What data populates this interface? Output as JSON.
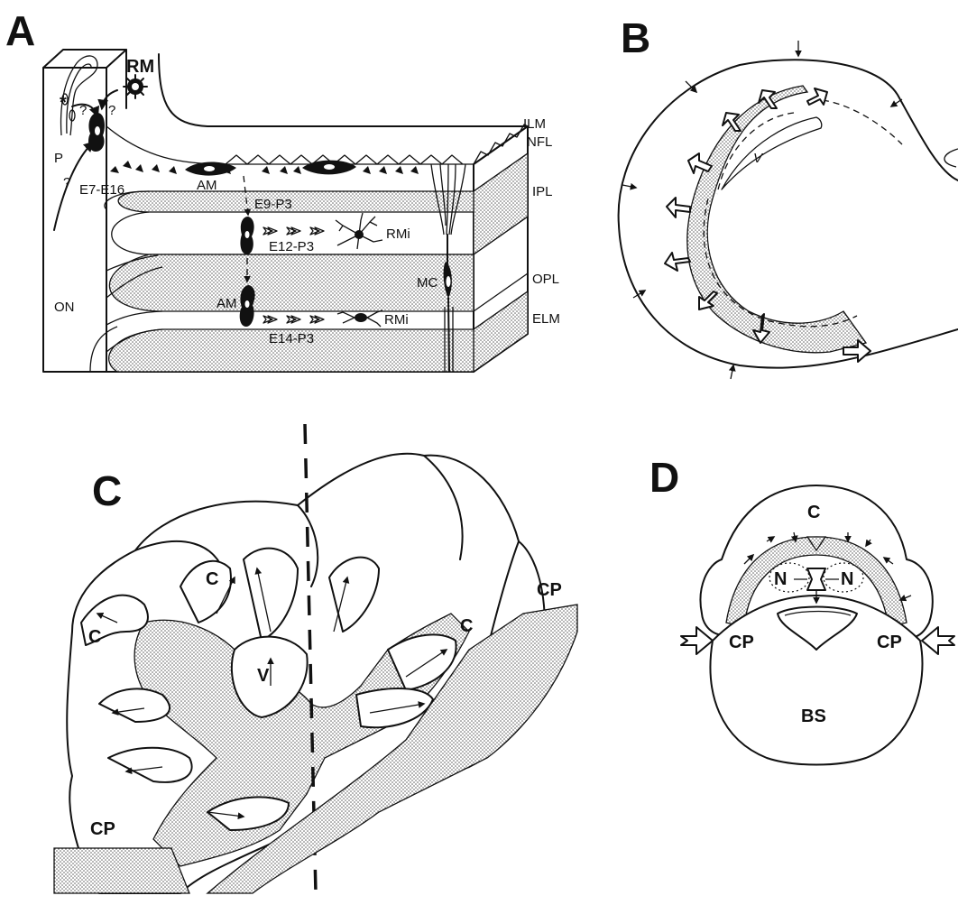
{
  "panels": {
    "a": {
      "letter": "A",
      "labels": {
        "rm": "RM",
        "ilm": "ILM",
        "nfl": "NFL",
        "ipl": "IPL",
        "opl": "OPL",
        "elm": "ELM",
        "p": "P",
        "on": "ON",
        "e7_e16": "E7-E16",
        "am_top": "AM",
        "am_mid": "AM",
        "e9_p3": "E9-P3",
        "e12_p3": "E12-P3",
        "e14_p3": "E14-P3",
        "rmi_upper": "RMi",
        "rmi_lower": "RMi",
        "mc": "MC",
        "q1": "?",
        "q2": "?",
        "q3": "?",
        "asterisk": "*"
      }
    },
    "b": {
      "letter": "B",
      "labels": {
        "v": "V"
      }
    },
    "c": {
      "letter": "C",
      "labels": {
        "c_left_top": "C",
        "c_right": "C",
        "c_left": "C",
        "v": "V",
        "cp_right": "CP",
        "cp_left": "CP"
      }
    },
    "d": {
      "letter": "D",
      "labels": {
        "c": "C",
        "n_left": "N",
        "n_right": "N",
        "cp_left": "CP",
        "cp_right": "CP",
        "bs": "BS"
      }
    }
  },
  "colors": {
    "ink": "#111111",
    "paper": "#ffffff",
    "stipple": "#555555"
  }
}
